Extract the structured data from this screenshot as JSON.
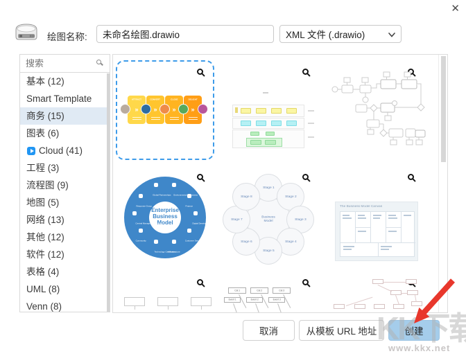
{
  "icons": {
    "close": "✕"
  },
  "header": {
    "name_label": "绘图名称:",
    "filename_value": "未命名绘图.drawio",
    "file_type_value": "XML 文件 (.drawio)"
  },
  "sidebar": {
    "search_placeholder": "搜索",
    "items": [
      {
        "label": "基本 (12)"
      },
      {
        "label": "Smart Template"
      },
      {
        "label": "商务 (15)",
        "selected": true
      },
      {
        "label": "图表 (6)"
      },
      {
        "label": "Cloud (41)",
        "icon": "cloud-play"
      },
      {
        "label": "工程 (3)"
      },
      {
        "label": "流程图 (9)"
      },
      {
        "label": "地图 (5)"
      },
      {
        "label": "网络 (13)"
      },
      {
        "label": "其他 (12)"
      },
      {
        "label": "软件 (12)"
      },
      {
        "label": "表格 (4)"
      },
      {
        "label": "UML (8)"
      },
      {
        "label": "Venn (8)"
      }
    ]
  },
  "templates": {
    "funnel": {
      "stages": [
        "ATTRACT",
        "CONVERT",
        "CLOSE",
        "DELIGHT"
      ]
    },
    "donut": {
      "center": "Enterprise Business Model",
      "labels": [
        "Environmental Awareness",
        "Finance",
        "Digital Development",
        "Customer Service",
        "Infrastructure",
        "Technology Certificates",
        "Community",
        "Central Management Service",
        "Response Group",
        "Global Partnerships"
      ]
    },
    "stages": {
      "center": "Business Model",
      "items": [
        "Stage 1",
        "Stage 2",
        "Stage 3",
        "Stage 4",
        "Stage 5",
        "Stage 6",
        "Stage 7",
        "Stage 8"
      ]
    },
    "canvas": {
      "title": "The Business Model Canvas"
    },
    "events": {
      "cats": [
        "Cat 1",
        "Cat 2",
        "Cat 3"
      ],
      "events": [
        "Event 1",
        "Event 2",
        "Event 3"
      ]
    }
  },
  "footer": {
    "cancel_label": "取消",
    "from_url_label": "从模板 URL 地址",
    "create_label": "创建"
  },
  "watermark": {
    "logo_text": "KK下载",
    "site_text": "www.kkx.net"
  },
  "colors": {
    "accent_blue": "#3d9be9",
    "create_button_bg": "#a5cdeb",
    "selected_item_bg": "#e0eaf4",
    "arrow_red": "#e8372c",
    "donut_blue": "#3f87c9"
  }
}
